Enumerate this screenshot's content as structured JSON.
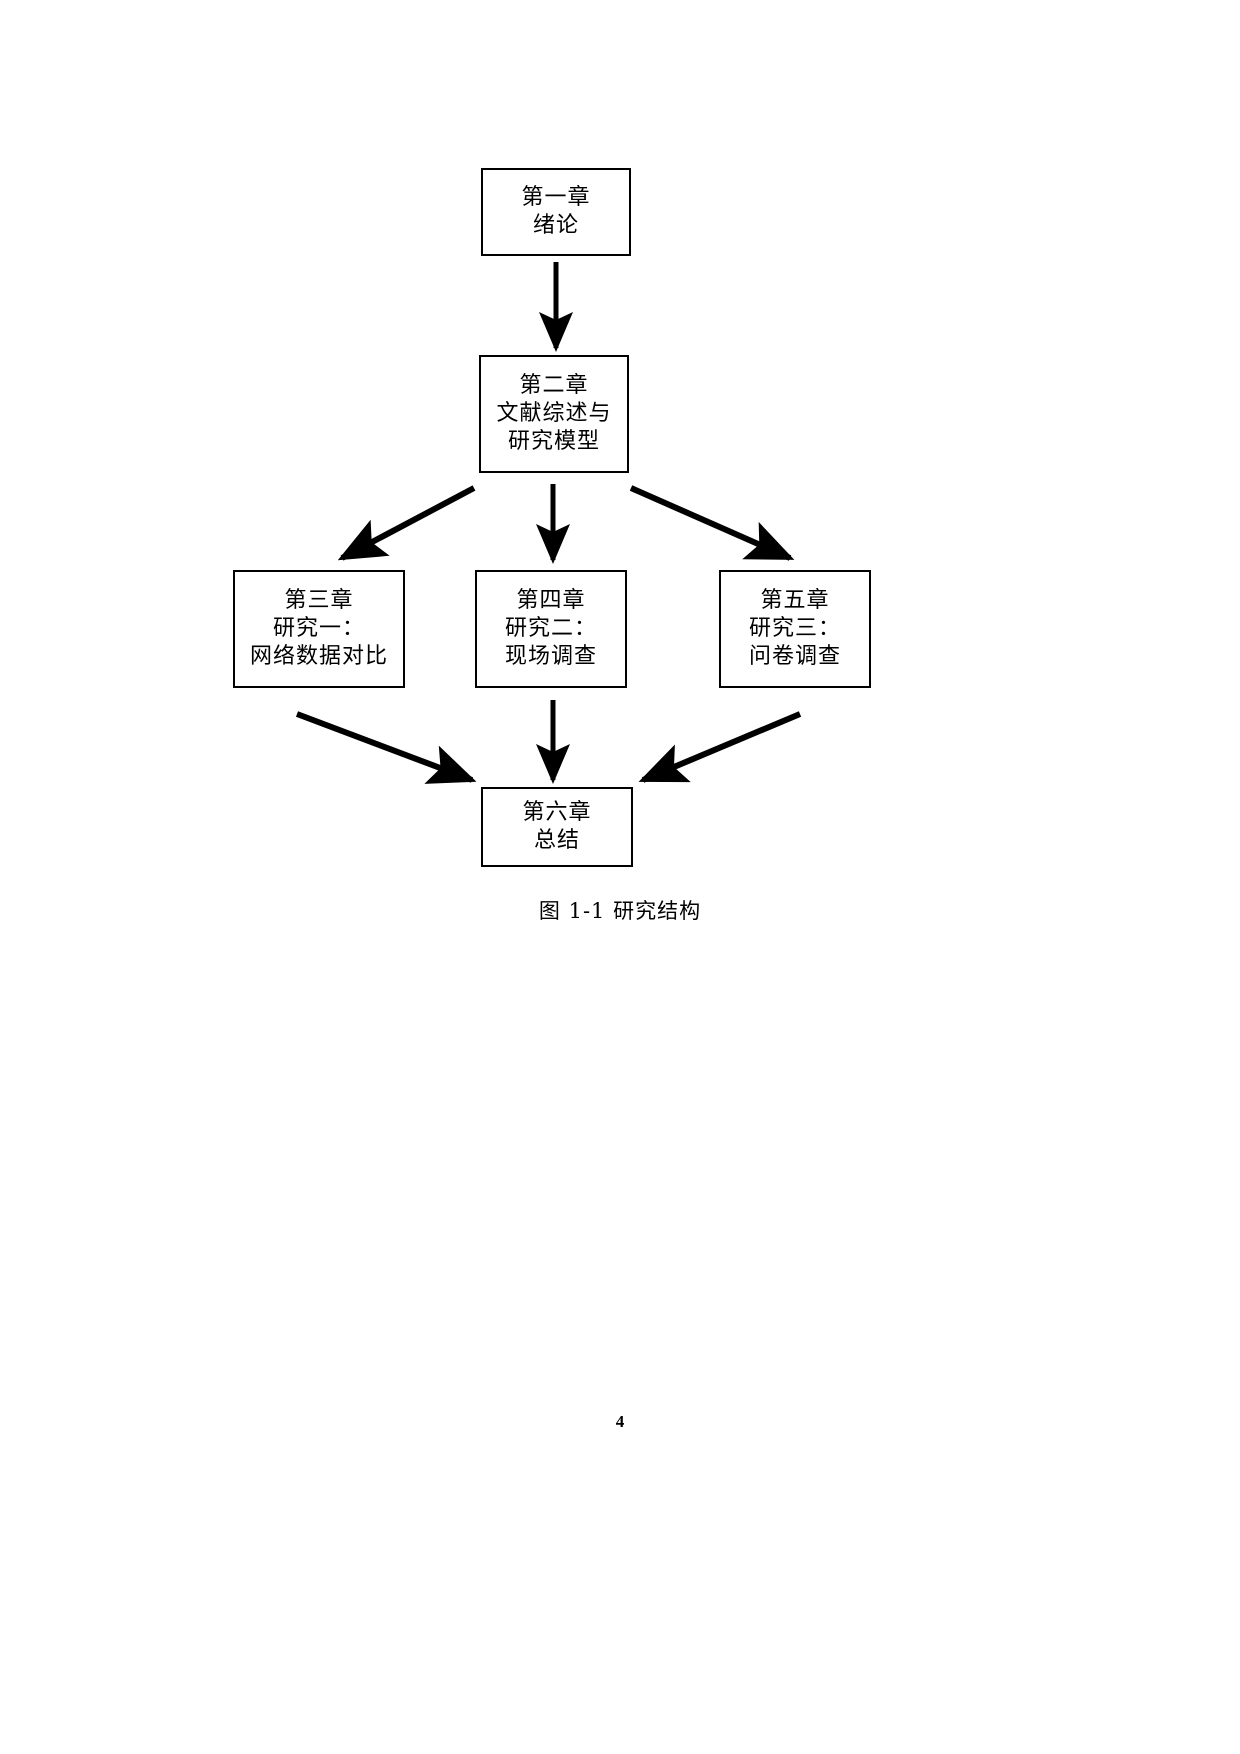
{
  "document": {
    "page_number": "4"
  },
  "figure": {
    "caption": "图 1-1  研究结构",
    "nodes": [
      {
        "id": "chapter-1",
        "line1": "第一章",
        "line2": "绪论",
        "line3": ""
      },
      {
        "id": "chapter-2",
        "line1": "第二章",
        "line2": "文献综述与",
        "line3": "研究模型"
      },
      {
        "id": "chapter-3",
        "line1": "第三章",
        "line2": "研究一：",
        "line3": "网络数据对比"
      },
      {
        "id": "chapter-4",
        "line1": "第四章",
        "line2": "研究二：",
        "line3": "现场调查"
      },
      {
        "id": "chapter-5",
        "line1": "第五章",
        "line2": "研究三：",
        "line3": "问卷调查"
      },
      {
        "id": "chapter-6",
        "line1": "第六章",
        "line2": "总结",
        "line3": ""
      }
    ],
    "edges": [
      {
        "from": "chapter-1",
        "to": "chapter-2",
        "style": "straight-down"
      },
      {
        "from": "chapter-2",
        "to": "chapter-3",
        "style": "diagonal-left"
      },
      {
        "from": "chapter-2",
        "to": "chapter-4",
        "style": "straight-down"
      },
      {
        "from": "chapter-2",
        "to": "chapter-5",
        "style": "diagonal-right"
      },
      {
        "from": "chapter-3",
        "to": "chapter-6",
        "style": "diagonal-right"
      },
      {
        "from": "chapter-4",
        "to": "chapter-6",
        "style": "straight-down"
      },
      {
        "from": "chapter-5",
        "to": "chapter-6",
        "style": "diagonal-left"
      }
    ],
    "colors": {
      "stroke": "#000000",
      "fill": "#ffffff",
      "text": "#000000"
    }
  }
}
